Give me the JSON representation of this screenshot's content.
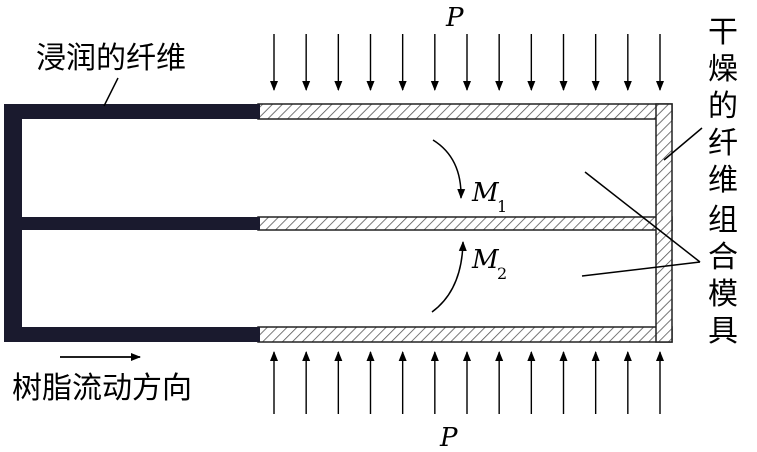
{
  "labels": {
    "wetted_fiber": "浸润的纤维",
    "resin_flow_direction": "树脂流动方向",
    "dry_fiber": [
      "干",
      "燥",
      "的",
      "纤",
      "维"
    ],
    "combined_mold": [
      "组",
      "合",
      "模",
      "具"
    ],
    "pressure_top": "P",
    "pressure_bottom": "P",
    "moment_1": "M",
    "moment_1_sub": "1",
    "moment_2": "M",
    "moment_2_sub": "2"
  },
  "colors": {
    "wetted": "#1a1a2e",
    "hatch": "#444444",
    "line": "#000000",
    "background": "#ffffff"
  },
  "pressure_arrows": {
    "count": 13
  },
  "icons": {
    "pressure_arrow": "down-arrow-icon",
    "flow_arrow": "right-arrow-icon",
    "moment_arrow": "curved-arrow-icon"
  }
}
